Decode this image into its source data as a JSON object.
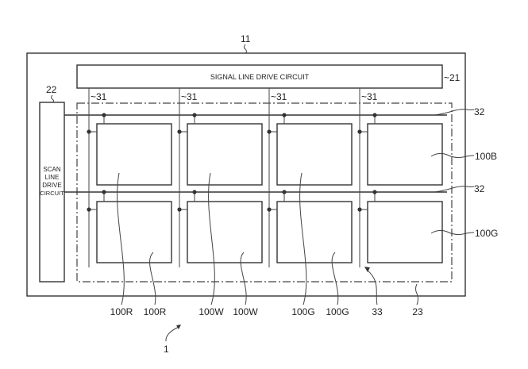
{
  "figure": {
    "panel_label": "11",
    "signal_line_drive_circuit": {
      "text": "SIGNAL LINE DRIVE CIRCUIT",
      "ref": "~21"
    },
    "scan_line_drive_circuit": {
      "lines": [
        "SCAN",
        "LINE",
        "DRIVE",
        "CIRCUIT"
      ],
      "ref": "22"
    },
    "signal_line_refs": [
      "~31",
      "~31",
      "~31",
      "~31"
    ],
    "scan_line_refs": [
      "32",
      "32"
    ],
    "right_refs": [
      "100B",
      "100G"
    ],
    "bottom_refs": [
      "100R",
      "100R",
      "100W",
      "100W",
      "100G",
      "100G",
      "33",
      "23"
    ],
    "device_ref": "1",
    "line_color": "#333333"
  }
}
